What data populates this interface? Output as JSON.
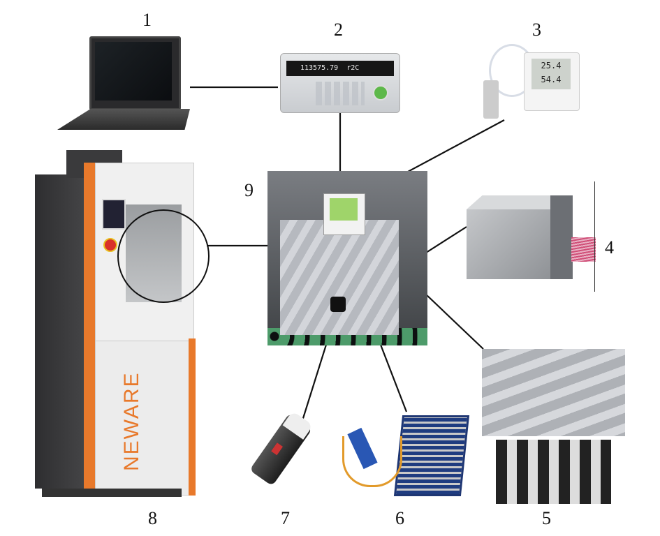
{
  "labels": {
    "n1": "1",
    "n2": "2",
    "n3": "3",
    "n4": "4",
    "n5": "5",
    "n6": "6",
    "n7": "7",
    "n8": "8",
    "n9": "9"
  },
  "chamber_brand": "NEWARE",
  "meter_display": {
    "main": "113575.79",
    "aux": "r2C"
  },
  "hygrometer_display": {
    "temp": "25.4",
    "humidity": "54.4"
  },
  "colors": {
    "chamber_orange": "#e8792b",
    "chamber_dark": "#3a3a3c",
    "foil": "#b9bcc2"
  }
}
